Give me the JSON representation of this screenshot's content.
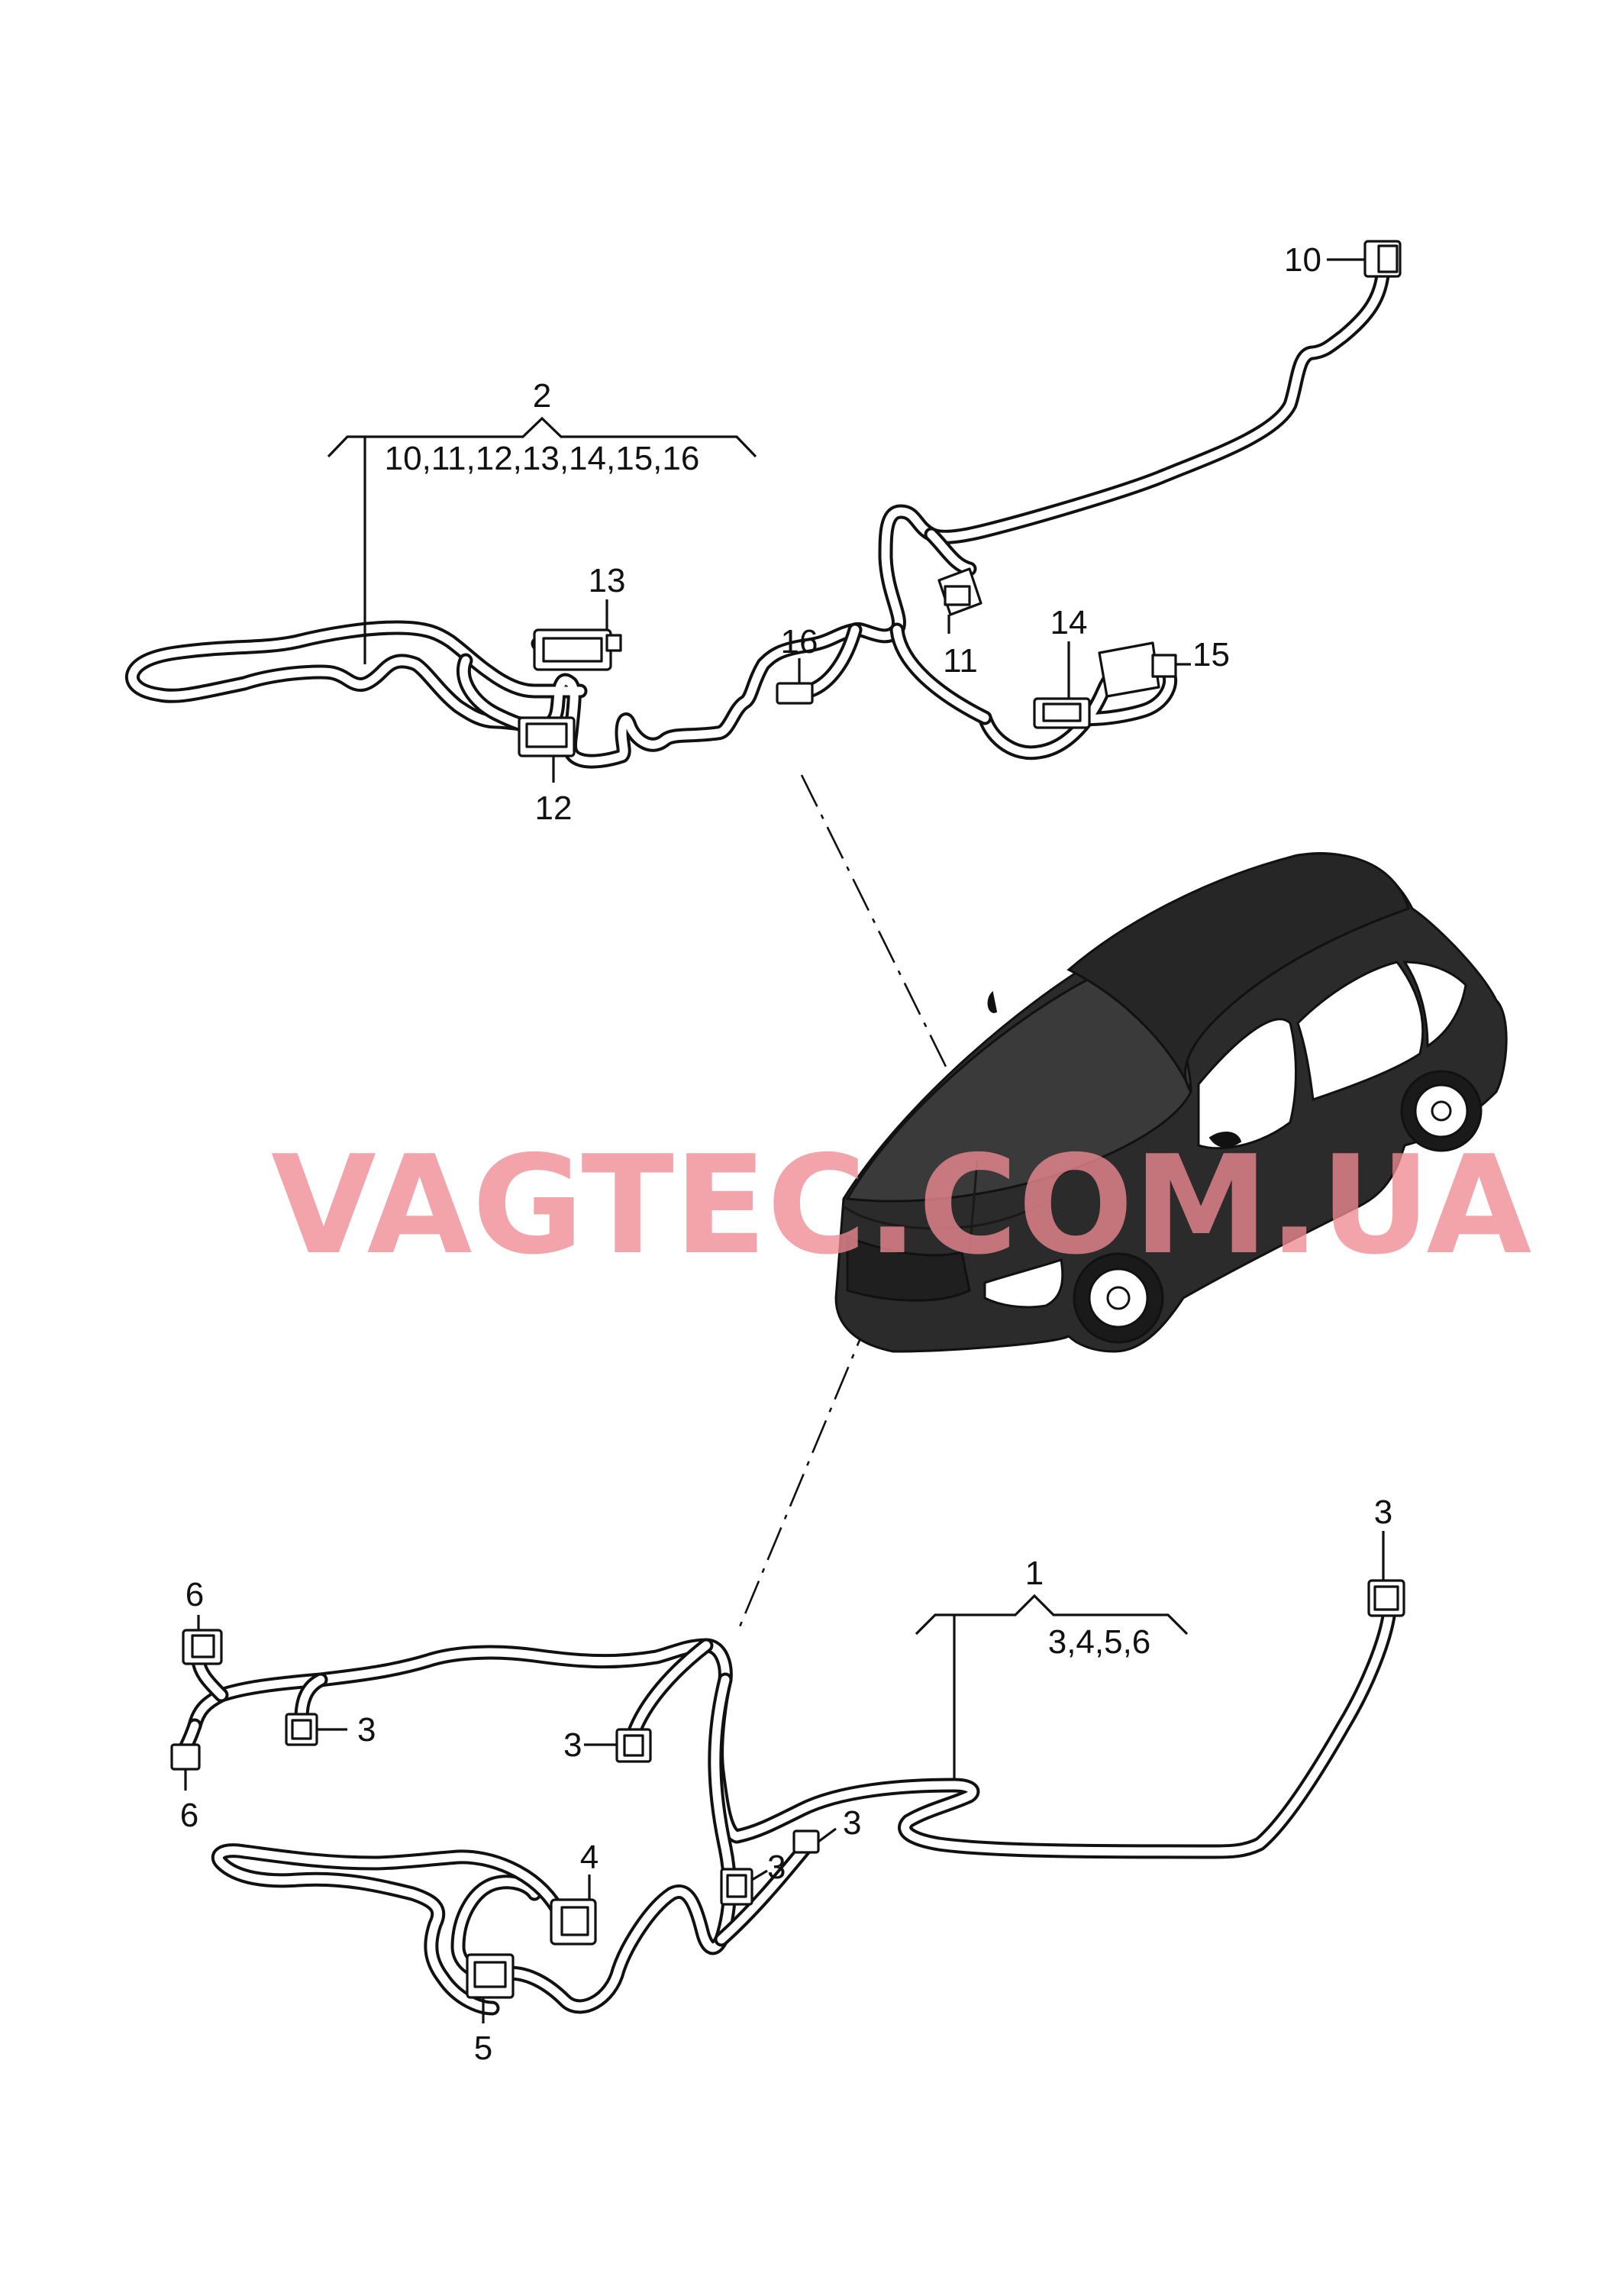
{
  "watermark": "VAGTEC.COM.UA",
  "groups": {
    "upper": {
      "number": "2",
      "contents": "10,11,12,13,14,15,16"
    },
    "lower": {
      "number": "1",
      "contents": "3,4,5,6"
    }
  },
  "callouts": {
    "c10": "10",
    "c11": "11",
    "c12": "12",
    "c13": "13",
    "c14": "14",
    "c15": "15",
    "c16": "16",
    "c3_top_right": "3",
    "c3_a": "3",
    "c3_b": "3",
    "c3_c": "3",
    "c3_d": "3",
    "c4": "4",
    "c5": "5",
    "c6_top": "6",
    "c6_bottom": "6"
  },
  "icons": {
    "upper_harness": "wiring-harness",
    "lower_harness": "wiring-harness",
    "vehicle": "hatchback-car-illustration",
    "connector": "electrical-connector"
  }
}
